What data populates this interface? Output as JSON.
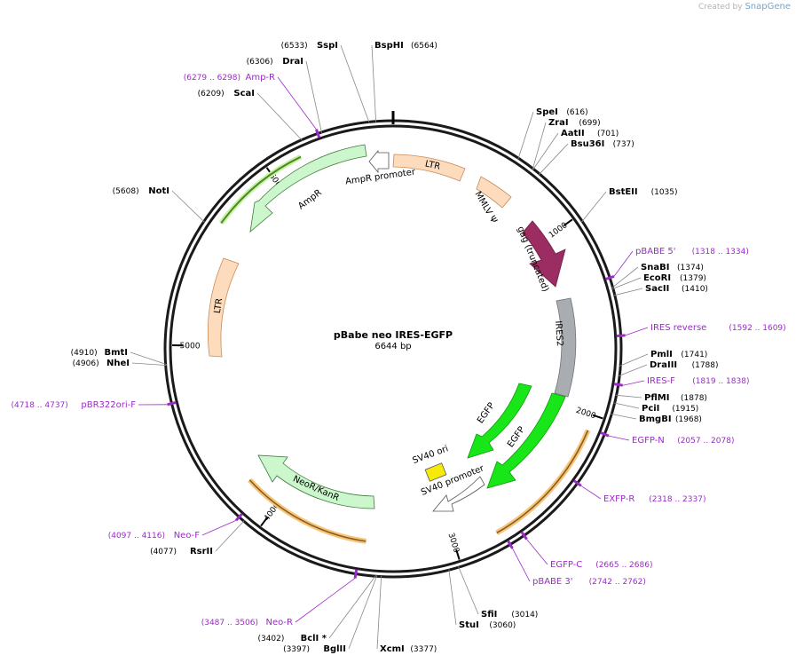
{
  "credit": {
    "prefix": "Created by",
    "brand": "SnapGene"
  },
  "plasmid": {
    "name": "pBabe neo IRES-EGFP",
    "length_label": "6644 bp",
    "total_bp": 6644
  },
  "ticks": [
    {
      "bp": 1000,
      "label": "1000"
    },
    {
      "bp": 2000,
      "label": "2000"
    },
    {
      "bp": 3000,
      "label": "3000"
    },
    {
      "bp": 4000,
      "label": "4000"
    },
    {
      "bp": 5000,
      "label": "5000"
    },
    {
      "bp": 6000,
      "label": "6000"
    }
  ],
  "sites": [
    {
      "name": "SpeI",
      "pos": "(616)",
      "bp": 616,
      "side": "right"
    },
    {
      "name": "ZraI",
      "pos": "(699)",
      "bp": 699,
      "side": "right"
    },
    {
      "name": "AatII",
      "pos": "(701)",
      "bp": 701,
      "side": "right"
    },
    {
      "name": "Bsu36I",
      "pos": "(737)",
      "bp": 737,
      "side": "right"
    },
    {
      "name": "BstEII",
      "pos": "(1035)",
      "bp": 1035,
      "side": "right"
    },
    {
      "name": "SnaBI",
      "pos": "(1374)",
      "bp": 1374,
      "side": "right"
    },
    {
      "name": "EcoRI",
      "pos": "(1379)",
      "bp": 1379,
      "side": "right"
    },
    {
      "name": "SacII",
      "pos": "(1410)",
      "bp": 1410,
      "side": "right"
    },
    {
      "name": "PmlI",
      "pos": "(1741)",
      "bp": 1741,
      "side": "right"
    },
    {
      "name": "DraIII",
      "pos": "(1788)",
      "bp": 1788,
      "side": "right"
    },
    {
      "name": "PflMI",
      "pos": "(1878)",
      "bp": 1878,
      "side": "right"
    },
    {
      "name": "PciI",
      "pos": "(1915)",
      "bp": 1915,
      "side": "right"
    },
    {
      "name": "BmgBI",
      "pos": "(1968)",
      "bp": 1968,
      "side": "right"
    },
    {
      "name": "SfiI",
      "pos": "(3014)",
      "bp": 3014,
      "side": "right"
    },
    {
      "name": "StuI",
      "pos": "(3060)",
      "bp": 3060,
      "side": "right"
    },
    {
      "name": "XcmI",
      "pos": "(3377)",
      "bp": 3377,
      "side": "right"
    },
    {
      "name": "BglII",
      "pos": "(3397)",
      "bp": 3397,
      "side": "left"
    },
    {
      "name": "BclI *",
      "pos": "(3402)",
      "bp": 3402,
      "side": "left"
    },
    {
      "name": "RsrII",
      "pos": "(4077)",
      "bp": 4077,
      "side": "left"
    },
    {
      "name": "NheI",
      "pos": "(4906)",
      "bp": 4906,
      "side": "left"
    },
    {
      "name": "BmtI",
      "pos": "(4910)",
      "bp": 4910,
      "side": "left"
    },
    {
      "name": "NotI",
      "pos": "(5608)",
      "bp": 5608,
      "side": "left"
    },
    {
      "name": "ScaI",
      "pos": "(6209)",
      "bp": 6209,
      "side": "left"
    },
    {
      "name": "DraI",
      "pos": "(6306)",
      "bp": 6306,
      "side": "left"
    },
    {
      "name": "SspI",
      "pos": "(6533)",
      "bp": 6533,
      "side": "left"
    },
    {
      "name": "BspHI",
      "pos": "(6564)",
      "bp": 6564,
      "side": "right"
    }
  ],
  "primers": [
    {
      "name": "pBABE 5'",
      "pos": "(1318 .. 1334)",
      "bp": 1326,
      "side": "right"
    },
    {
      "name": "IRES reverse",
      "pos": "(1592 .. 1609)",
      "bp": 1600,
      "side": "right"
    },
    {
      "name": "IRES-F",
      "pos": "(1819 .. 1838)",
      "bp": 1828,
      "side": "right"
    },
    {
      "name": "EGFP-N",
      "pos": "(2057 .. 2078)",
      "bp": 2067,
      "side": "right"
    },
    {
      "name": "EXFP-R",
      "pos": "(2318 .. 2337)",
      "bp": 2327,
      "side": "right"
    },
    {
      "name": "EGFP-C",
      "pos": "(2665 .. 2686)",
      "bp": 2675,
      "side": "right"
    },
    {
      "name": "pBABE 3'",
      "pos": "(2742 .. 2762)",
      "bp": 2752,
      "side": "right"
    },
    {
      "name": "Neo-R",
      "pos": "(3487 .. 3506)",
      "bp": 3496,
      "side": "left"
    },
    {
      "name": "Neo-F",
      "pos": "(4097 .. 4116)",
      "bp": 4106,
      "side": "left"
    },
    {
      "name": "pBR322ori-F",
      "pos": "(4718 .. 4737)",
      "bp": 4727,
      "side": "left"
    },
    {
      "name": "Amp-R",
      "pos": "(6279 .. 6298)",
      "bp": 6288,
      "side": "left"
    }
  ],
  "features": [
    {
      "name": "LTR",
      "color": "#fcdcbc"
    },
    {
      "name": "MMLV Ψ",
      "color": "#fcdcbc"
    },
    {
      "name": "gag (truncated)",
      "color": "#9b2d63"
    },
    {
      "name": "IRES2",
      "color": "#a9adb2"
    },
    {
      "name": "EGFP",
      "color": "#19e619"
    },
    {
      "name": "EGFP",
      "color": "#19e619"
    },
    {
      "name": "SV40 ori",
      "color": "#f5ea0a"
    },
    {
      "name": "SV40 promoter",
      "color": "#ffffff"
    },
    {
      "name": "NeoR/KanR",
      "color": "#ccf7cc"
    },
    {
      "name": "LTR",
      "color": "#fcdcbc"
    },
    {
      "name": "AmpR",
      "color": "#ccf7cc"
    },
    {
      "name": "AmpR promoter",
      "color": "#ffffff"
    }
  ],
  "colors": {
    "backbone": "#1a1a1a",
    "primer": "#9b2bc7",
    "orf_highlight": "#f5c57a",
    "amp_orf_line": "#4a8a1f"
  }
}
